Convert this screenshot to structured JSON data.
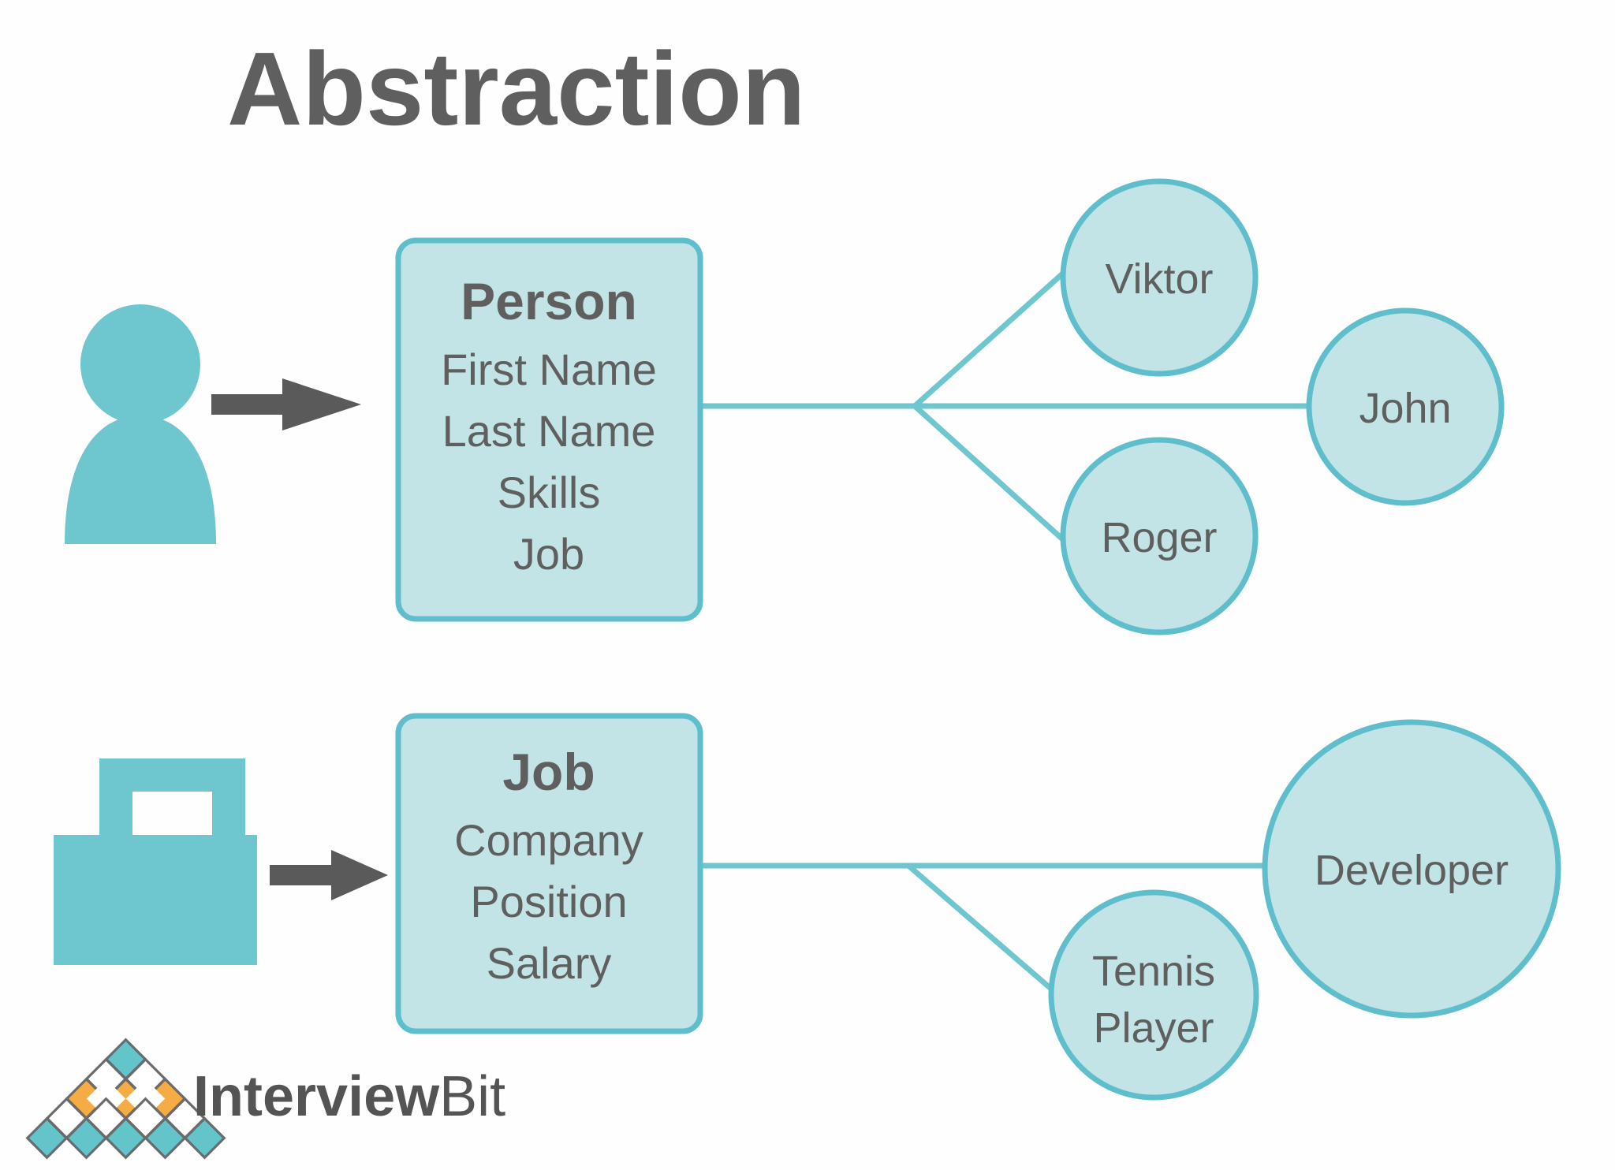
{
  "page": {
    "title": "Abstraction",
    "background_color": "#fefefe",
    "text_color": "#5f5f5f"
  },
  "colors": {
    "teal_solid": "#6ec6ce",
    "teal_fill": "#c2e4e6",
    "teal_stroke": "#5fbecb",
    "gray_dark": "#5f5f5f",
    "arrow_gray": "#5a5a5a",
    "logo_orange": "#f4ad44",
    "logo_teal": "#63c4ca",
    "logo_outline": "#6b6b6b",
    "logo_white": "#ffffff"
  },
  "icons": {
    "person": "person-icon",
    "briefcase": "briefcase-icon",
    "arrow_person": "arrow-right-icon",
    "arrow_job": "arrow-right-icon"
  },
  "rows": [
    {
      "id": "person-row",
      "icon": "person-icon",
      "box": {
        "title": "Person",
        "attributes": [
          "First Name",
          "Last Name",
          "Skills",
          "Job"
        ]
      },
      "instances": [
        {
          "label": "Viktor",
          "shape": "circle"
        },
        {
          "label": "John",
          "shape": "circle"
        },
        {
          "label": "Roger",
          "shape": "circle"
        }
      ]
    },
    {
      "id": "job-row",
      "icon": "briefcase-icon",
      "box": {
        "title": "Job",
        "attributes": [
          "Company",
          "Position",
          "Salary"
        ]
      },
      "instances": [
        {
          "label": "Developer",
          "shape": "circle"
        },
        {
          "label": "Tennis Player",
          "shape": "circle",
          "lines": [
            "Tennis",
            "Player"
          ]
        }
      ]
    }
  ],
  "branding": {
    "logo_name_bold": "Interview",
    "logo_name_light": "Bit",
    "logo_mark": "interviewbit-pyramid-logo"
  }
}
